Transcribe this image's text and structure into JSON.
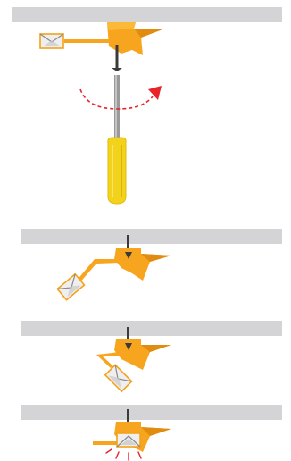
{
  "diagram": {
    "steps": [
      {
        "step": 1,
        "switch_state": "retracted",
        "tool": "screwdriver",
        "rotation_arrow": "clockwise"
      },
      {
        "step": 2,
        "switch_state": "swinging-down-left"
      },
      {
        "step": 3,
        "switch_state": "hanging-down"
      },
      {
        "step": 4,
        "switch_state": "tucked-under-ceiling",
        "indicator": "alert-rays"
      }
    ]
  },
  "colors": {
    "ceiling": "#d4d4d6",
    "bracket_orange": "#f7a51e",
    "bracket_orange_dark": "#e08c10",
    "screw": "#3a3a3a",
    "screwdriver_handle": "#f3d21c",
    "screwdriver_shaft": "#9a9a9a",
    "rotation_arrow": "#e8232a",
    "switch_body": "#efefef",
    "switch_outline": "#f4a21a"
  }
}
